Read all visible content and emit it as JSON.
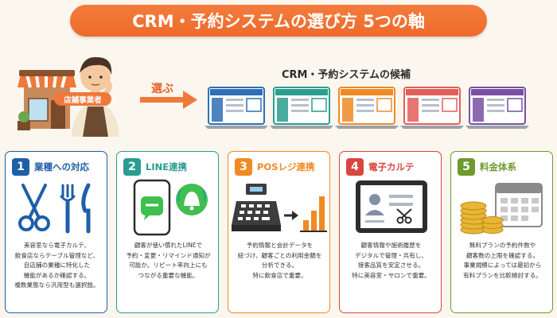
{
  "title": "CRM・予約システムの選び方 5つの軸",
  "scene": {
    "role_label": "店舗事業者",
    "arrow_label": "選ぶ",
    "candidates_title": "CRM・予約システムの候補",
    "candidate_colors": [
      "#2f6fb5",
      "#2a9d8f",
      "#f08a24",
      "#e35d5b",
      "#7a4fa3"
    ]
  },
  "cards": [
    {
      "number": "1",
      "title": "業種への対応",
      "color": "#1f5fa8",
      "icon": "scissors-fork-knife-icon",
      "lines": [
        "美容室なら電子カルテ、",
        "飲食店ならテーブル管理など、",
        "自店舗の業種に特化した",
        "機能があるか確認する。",
        "複数業態なら汎用型も選択肢。"
      ]
    },
    {
      "number": "2",
      "title": "LINE連携",
      "color": "#2a9d8f",
      "icon": "line-chat-bell-icon",
      "lines": [
        "顧客が使い慣れたLINEで",
        "予約・変更・リマインド通知が",
        "可能か。リピート率向上にも",
        "つながる重要な機能。"
      ]
    },
    {
      "number": "3",
      "title": "POSレジ連携",
      "color": "#f08a24",
      "icon": "pos-register-icon",
      "lines": [
        "予約情報と会計データを",
        "紐づけ、顧客ごとの利用金額を",
        "分析できる。",
        "特に飲食店で重要。"
      ]
    },
    {
      "number": "4",
      "title": "電子カルテ",
      "color": "#d9463e",
      "icon": "tablet-record-icon",
      "lines": [
        "顧客情報や施術履歴を",
        "デジタルで管理・共有し、",
        "接客品質を安定させる。",
        "特に美容室・サロンで重要。"
      ]
    },
    {
      "number": "5",
      "title": "料金体系",
      "color": "#6e9a2e",
      "icon": "coins-calendar-icon",
      "lines": [
        "無料プランの予約件数や",
        "顧客数の上限を確認する。",
        "事業規模によっては最初から",
        "有料プランを比較検討する。"
      ]
    }
  ]
}
